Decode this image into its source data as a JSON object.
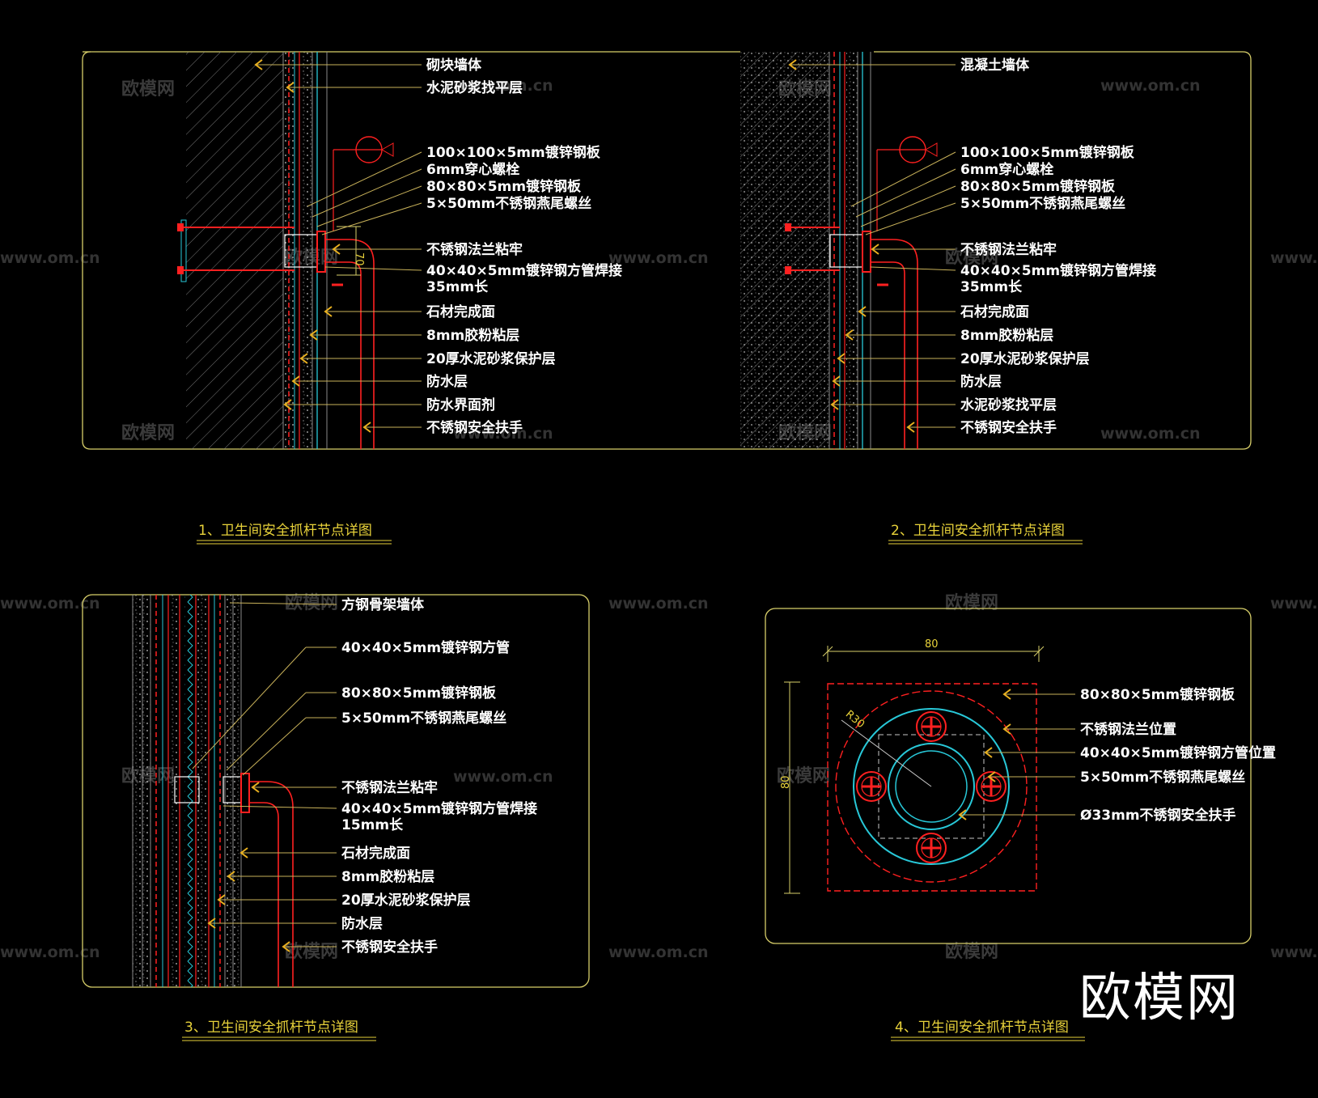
{
  "panel1": {
    "caption": "1、卫生间安全抓杆节点详图",
    "labels": [
      "砌块墙体",
      "水泥砂浆找平层",
      "100×100×5mm镀锌钢板",
      "6mm穿心螺栓",
      "80×80×5mm镀锌钢板",
      "5×50mm不锈钢燕尾螺丝",
      "不锈钢法兰粘牢",
      "40×40×5mm镀锌钢方管焊接",
      "35mm长",
      "石材完成面",
      "8mm胶粉粘层",
      "20厚水泥砂浆保护层",
      "防水层",
      "防水界面剂",
      "不锈钢安全扶手"
    ],
    "dim": "70"
  },
  "panel2": {
    "caption": "2、卫生间安全抓杆节点详图",
    "labels": [
      "混凝土墙体",
      "100×100×5mm镀锌钢板",
      "6mm穿心螺栓",
      "80×80×5mm镀锌钢板",
      "5×50mm不锈钢燕尾螺丝",
      "不锈钢法兰粘牢",
      "40×40×5mm镀锌钢方管焊接",
      "35mm长",
      "石材完成面",
      "8mm胶粉粘层",
      "20厚水泥砂浆保护层",
      "防水层",
      "水泥砂浆找平层",
      "不锈钢安全扶手"
    ]
  },
  "panel3": {
    "caption": "3、卫生间安全抓杆节点详图",
    "labels": [
      "方钢骨架墙体",
      "40×40×5mm镀锌钢方管",
      "80×80×5mm镀锌钢板",
      "5×50mm不锈钢燕尾螺丝",
      "不锈钢法兰粘牢",
      "40×40×5mm镀锌钢方管焊接",
      "15mm长",
      "石材完成面",
      "8mm胶粉粘层",
      "20厚水泥砂浆保护层",
      "防水层",
      "不锈钢安全扶手"
    ]
  },
  "panel4": {
    "caption": "4、卫生间安全抓杆节点详图",
    "labels": [
      "80×80×5mm镀锌钢板",
      "不锈钢法兰位置",
      "40×40×5mm镀锌钢方管位置",
      "5×50mm不锈钢燕尾螺丝",
      "Ø33mm不锈钢安全扶手"
    ],
    "dim_w": "80",
    "dim_h": "80",
    "radius": "R30"
  },
  "watermark": {
    "logo": "欧模网",
    "url": "www.om.cn"
  },
  "brand": "欧模网",
  "colors": {
    "frame": "#d8cf6a",
    "leader": "#c9b25a",
    "red": "#ff2020",
    "cyan": "#28c8d8",
    "hatch": "#8a8a8a",
    "caption": "#e8d23a"
  }
}
